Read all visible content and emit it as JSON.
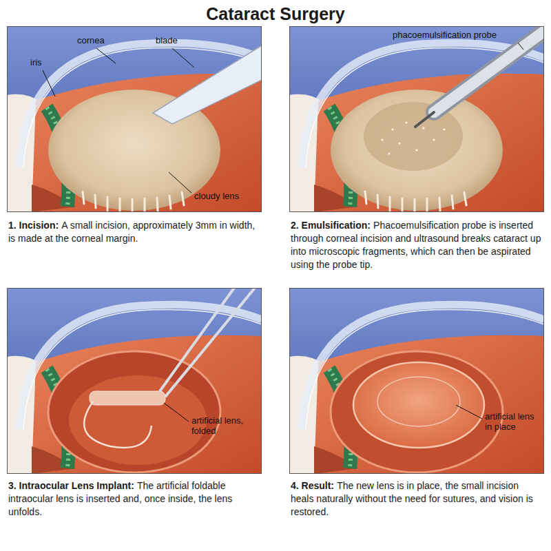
{
  "diagram": {
    "title": "Cataract Surgery",
    "labels": [
      "cornea",
      "blade",
      "iris",
      "cloudy lens",
      "1. Incision:",
      "A small incision, approximately 3mm in width, is made at the corneal margin.",
      "phacoemulsification probe",
      "2. Emulsification:",
      "Phacoemulsification probe is inserted through corneal incision and ultrasound breaks cataract up into microscopic fragments, which can then be aspirated using the probe tip.",
      "artificial lens, folded",
      "3. Intraocular Lens Implant:",
      "The artificial foldable intraocular lens is inserted and, once inside, the lens unfolds.",
      "artificial lens in place",
      "4. Result:",
      "The new lens is in place, the small incision heals naturally without the need for sutures, and vision is restored."
    ]
  }
}
